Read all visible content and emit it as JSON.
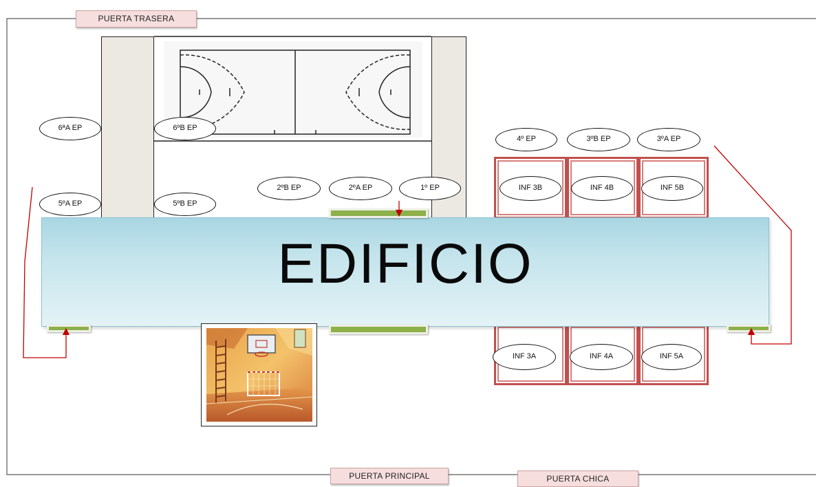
{
  "doors": {
    "back": "PUERTA TRASERA",
    "main": "PUERTA PRINCIPAL",
    "small": "PUERTA CHICA"
  },
  "building": {
    "label": "EDIFICIO"
  },
  "classes": {
    "c6a": "6ªA EP",
    "c6b": "6ºB EP",
    "c5a": "5ºA EP",
    "c5b": "5ºB EP",
    "c2b": "2ºB EP",
    "c2a": "2ºA EP",
    "c1": "1º EP",
    "c4": "4º EP",
    "c3b": "3ºB EP",
    "c3a": "3ºA EP"
  },
  "infant_rooms": {
    "top": [
      "INF 3B",
      "INF 4B",
      "INF 5B"
    ],
    "bottom": [
      "INF 3A",
      "INF 4A",
      "INF 5A"
    ]
  },
  "colors": {
    "route": "#c00000",
    "room_border": "#c0504d",
    "entrance_bar": "#8db04a",
    "door_fill": "#f7dede",
    "building": "#bfe2ea"
  },
  "icons": {
    "court": "sports-court-diagram",
    "gym": "gym-illustration"
  }
}
